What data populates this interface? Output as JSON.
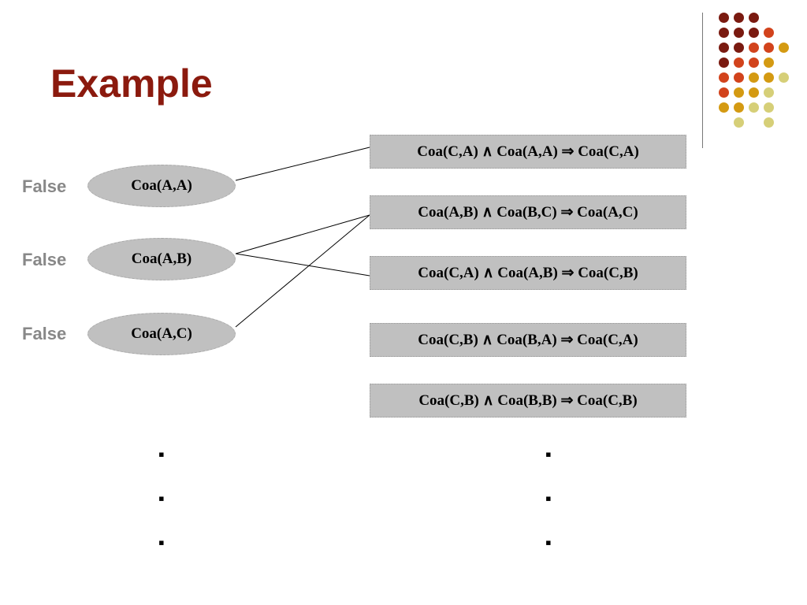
{
  "slide": {
    "title": "Example",
    "colors": {
      "title": "#8b1a0e",
      "label": "#888888",
      "node_fill": "#c0c0c0",
      "rule_fill": "#c0c0c0"
    }
  },
  "labels": [
    "False",
    "False",
    "False"
  ],
  "nodes": [
    "Coa(A,A)",
    "Coa(A,B)",
    "Coa(A,C)"
  ],
  "rules": [
    "Coa(C,A) ∧ Coa(A,A) ⇒ Coa(C,A)",
    "Coa(A,B) ∧ Coa(B,C) ⇒ Coa(A,C)",
    "Coa(C,A) ∧ Coa(A,B) ⇒ Coa(C,B)",
    "Coa(C,B) ∧ Coa(B,A) ⇒ Coa(C,A)",
    "Coa(C,B) ∧ Coa(B,B) ⇒ Coa(C,B)"
  ],
  "ellipsis": [
    "▪",
    "▪",
    "▪",
    "▪",
    "▪",
    "▪"
  ],
  "edges": [
    {
      "from": "Coa(A,A)",
      "to": "Coa(C,A) ∧ Coa(A,A) ⇒ Coa(C,A)"
    },
    {
      "from": "Coa(A,B)",
      "to": "Coa(A,B) ∧ Coa(B,C) ⇒ Coa(A,C)"
    },
    {
      "from": "Coa(A,B)",
      "to": "Coa(C,A) ∧ Coa(A,B) ⇒ Coa(C,B)"
    },
    {
      "from": "Coa(A,C)",
      "to": "Coa(A,B) ∧ Coa(B,C) ⇒ Coa(A,C)"
    }
  ],
  "decor": {
    "dot_colors": [
      "#7a1a10",
      "#d2431c",
      "#d49a12",
      "#d6cf78"
    ]
  }
}
